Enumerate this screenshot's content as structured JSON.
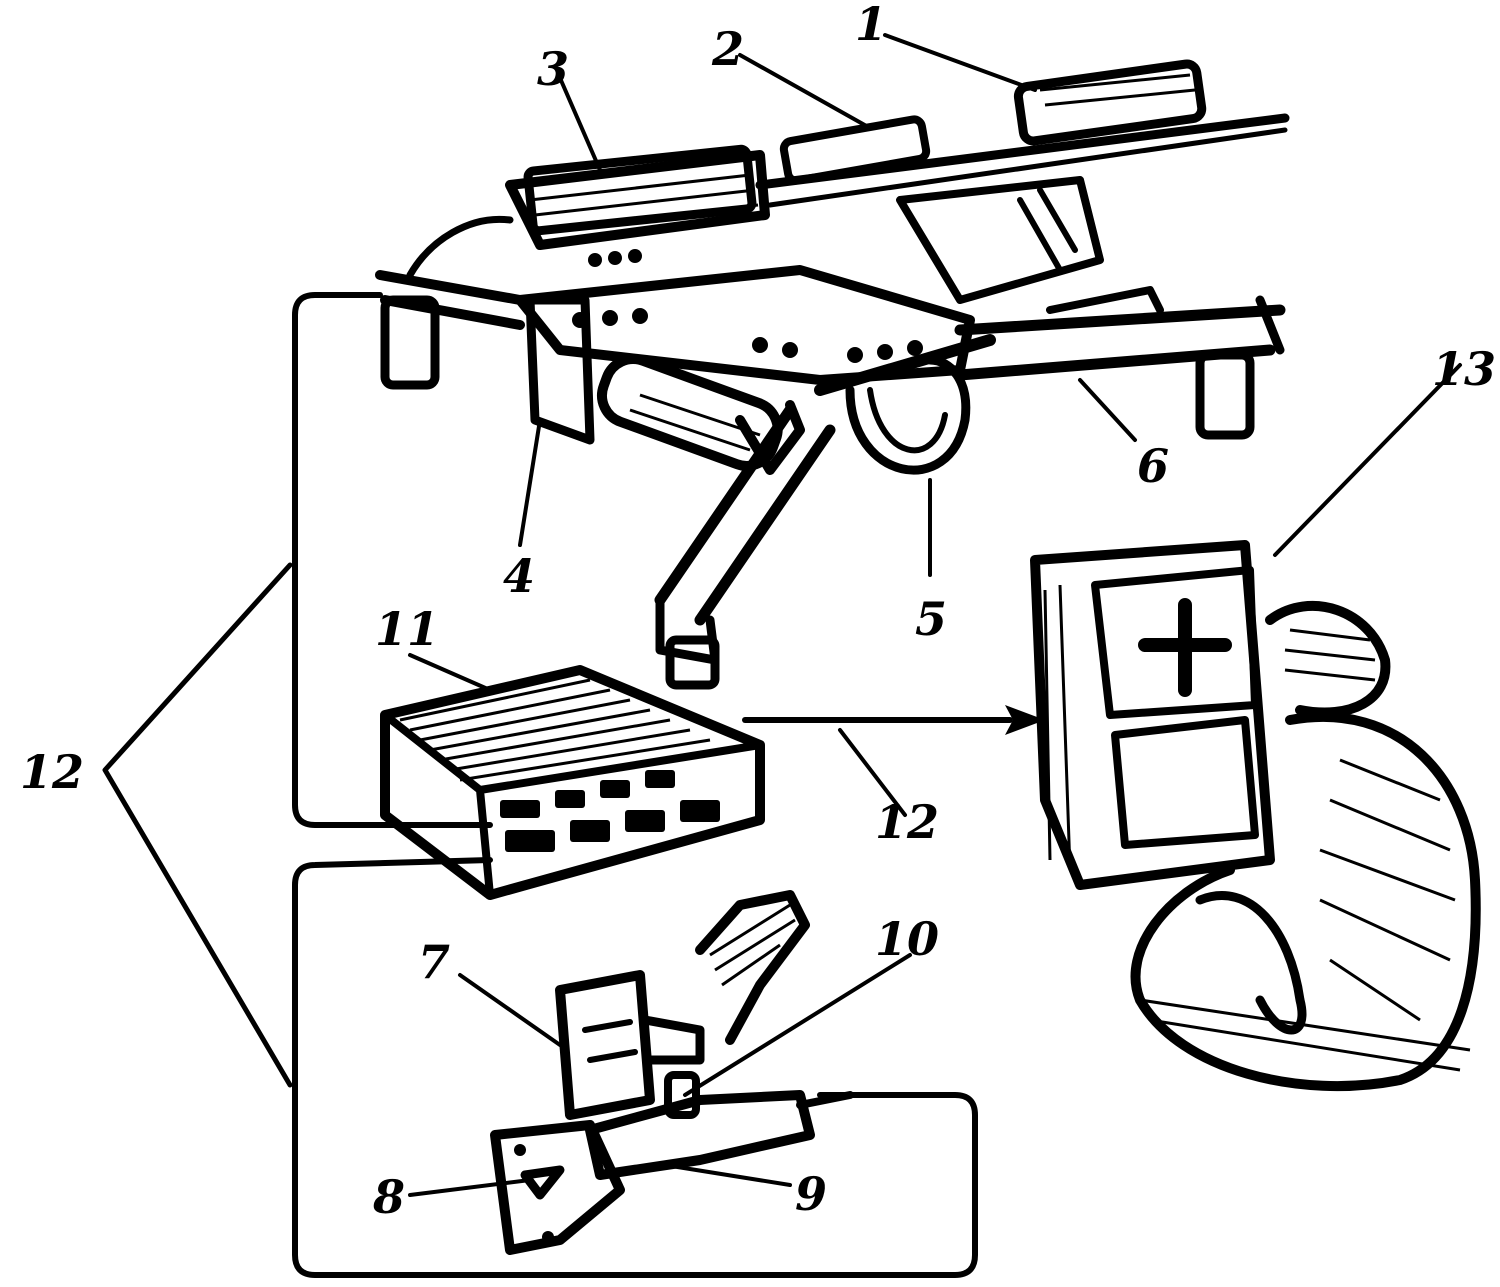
{
  "labels": {
    "l1": "1",
    "l2": "2",
    "l3": "3",
    "l4": "4",
    "l5": "5",
    "l6": "6",
    "l7": "7",
    "l8": "8",
    "l9": "9",
    "l10": "10",
    "l11": "11",
    "l12_left": "12",
    "l12_mid": "12",
    "l13": "13"
  }
}
